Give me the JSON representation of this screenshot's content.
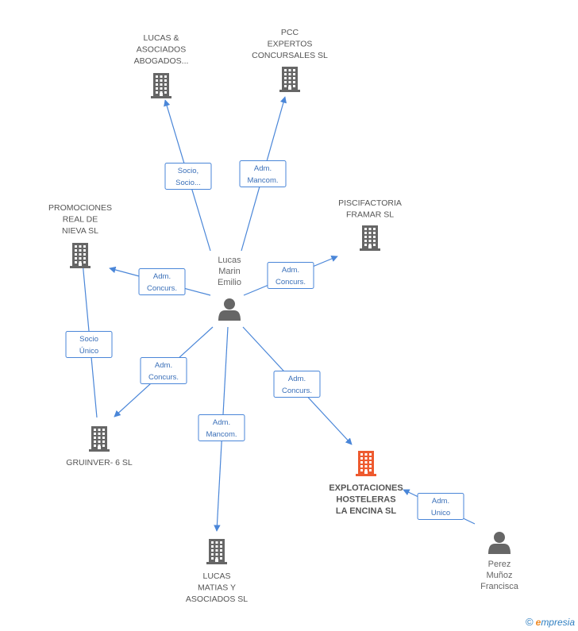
{
  "colors": {
    "edge": "#4a86d8",
    "building": "#666666",
    "building_main": "#ee5a2f",
    "person": "#666666"
  },
  "nodes": [
    {
      "id": "lucas_asociados",
      "type": "company",
      "icon": "building-icon",
      "label": [
        "LUCAS &",
        "ASOCIADOS",
        "ABOGADOS..."
      ]
    },
    {
      "id": "pcc",
      "type": "company",
      "icon": "building-icon",
      "label": [
        "PCC",
        "EXPERTOS",
        "CONCURSALES SL"
      ]
    },
    {
      "id": "promociones",
      "type": "company",
      "icon": "building-icon",
      "label": [
        "PROMOCIONES",
        "REAL DE",
        "NIEVA SL"
      ]
    },
    {
      "id": "piscifactoria",
      "type": "company",
      "icon": "building-icon",
      "label": [
        "PISCIFACTORIA",
        "FRAMAR SL"
      ]
    },
    {
      "id": "lucas_marin",
      "type": "person",
      "icon": "person-icon",
      "label": [
        "Lucas",
        "Marin",
        "Emilio"
      ]
    },
    {
      "id": "gruinver",
      "type": "company",
      "icon": "building-icon",
      "label": [
        "GRUINVER- 6 SL"
      ]
    },
    {
      "id": "explotaciones",
      "type": "company",
      "icon": "building-icon",
      "main": true,
      "label": [
        "EXPLOTACIONES",
        "HOSTELERAS",
        "LA ENCINA SL"
      ]
    },
    {
      "id": "lucas_matias",
      "type": "company",
      "icon": "building-icon",
      "label": [
        "LUCAS",
        "MATIAS Y",
        "ASOCIADOS  SL"
      ]
    },
    {
      "id": "perez",
      "type": "person",
      "icon": "person-icon",
      "label": [
        "Perez",
        "Muñoz",
        "Francisca"
      ]
    }
  ],
  "edges": [
    {
      "from": "lucas_marin",
      "to": "lucas_asociados",
      "label": [
        "Socio,",
        "Socio..."
      ]
    },
    {
      "from": "lucas_marin",
      "to": "pcc",
      "label": [
        "Adm.",
        "Mancom."
      ]
    },
    {
      "from": "lucas_marin",
      "to": "promociones",
      "label": [
        "Adm.",
        "Concurs."
      ]
    },
    {
      "from": "lucas_marin",
      "to": "piscifactoria",
      "label": [
        "Adm.",
        "Concurs."
      ]
    },
    {
      "from": "gruinver",
      "to": "promociones",
      "label": [
        "Socio",
        "Único"
      ]
    },
    {
      "from": "lucas_marin",
      "to": "gruinver",
      "label": [
        "Adm.",
        "Concurs."
      ]
    },
    {
      "from": "lucas_marin",
      "to": "lucas_matias",
      "label": [
        "Adm.",
        "Mancom."
      ]
    },
    {
      "from": "lucas_marin",
      "to": "explotaciones",
      "label": [
        "Adm.",
        "Concurs."
      ]
    },
    {
      "from": "perez",
      "to": "explotaciones",
      "label": [
        "Adm.",
        "Unico"
      ]
    }
  ],
  "watermark": {
    "copyright": "©",
    "brand_initial": "e",
    "brand_rest": "mpresia"
  }
}
